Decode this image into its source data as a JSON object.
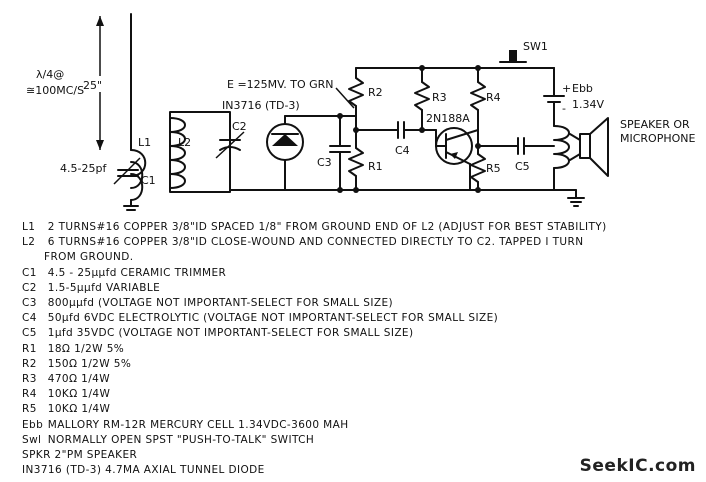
{
  "schematic": {
    "antenna": {
      "wavelength": "λ/4@",
      "freq": "≅100MC/S",
      "length": "25\""
    },
    "labels": {
      "l1": "L1",
      "l2": "L2",
      "c1": "C1",
      "c2": "C2",
      "c3": "C3",
      "c4": "C4",
      "c5": "C5",
      "r1": "R1",
      "r2": "R2",
      "r3": "R3",
      "r4": "R4",
      "r5": "R5",
      "sw1": "SW1",
      "ebb": "Ebb",
      "ebb_value": "1.34V",
      "transistor": "2N188A",
      "c1_range": "4.5-25pf",
      "e_note": "E =125MV. TO GRN",
      "diode": "IN3716 (TD-3)",
      "speaker_line1": "SPEAKER OR",
      "speaker_line2": "MICROPHONE",
      "plus": "+",
      "minus": "-"
    }
  },
  "parts_list": [
    {
      "ref": "L1",
      "text": "2 TURNS#16 COPPER 3/8\"ID SPACED 1/8\" FROM GROUND END OF L2 (ADJUST FOR BEST STABILITY)"
    },
    {
      "ref": "L2",
      "text": "6 TURNS#16 COPPER 3/8\"ID CLOSE-WOUND AND CONNECTED DIRECTLY TO C2. TAPPED I TURN"
    },
    {
      "ref": "",
      "text": "FROM GROUND."
    },
    {
      "ref": "C1",
      "text": "4.5 - 25μμfd CERAMIC TRIMMER"
    },
    {
      "ref": "C2",
      "text": "1.5-5μμfd VARIABLE"
    },
    {
      "ref": "C3",
      "text": "800μμfd (VOLTAGE NOT IMPORTANT-SELECT FOR SMALL SIZE)"
    },
    {
      "ref": "C4",
      "text": "50μfd 6VDC ELECTROLYTIC (VOLTAGE NOT IMPORTANT-SELECT FOR SMALL SIZE)"
    },
    {
      "ref": "C5",
      "text": "1μfd 35VDC (VOLTAGE NOT IMPORTANT-SELECT FOR SMALL SIZE)"
    },
    {
      "ref": "R1",
      "text": "18Ω 1/2W 5%"
    },
    {
      "ref": "R2",
      "text": "150Ω 1/2W 5%"
    },
    {
      "ref": "R3",
      "text": "470Ω 1/4W"
    },
    {
      "ref": "R4",
      "text": "10KΩ 1/4W"
    },
    {
      "ref": "R5",
      "text": "10KΩ 1/4W"
    },
    {
      "ref": "Ebb",
      "text": "MALLORY RM-12R MERCURY CELL 1.34VDC-3600 MAH"
    },
    {
      "ref": "Swl",
      "text": "NORMALLY OPEN SPST \"PUSH-TO-TALK\" SWITCH"
    },
    {
      "ref": "SPKR",
      "text": "2\"PM SPEAKER"
    },
    {
      "ref": "IN3716",
      "text": "(TD-3) 4.7MA AXIAL TUNNEL DIODE"
    }
  ],
  "watermark": "SeekIC.com"
}
